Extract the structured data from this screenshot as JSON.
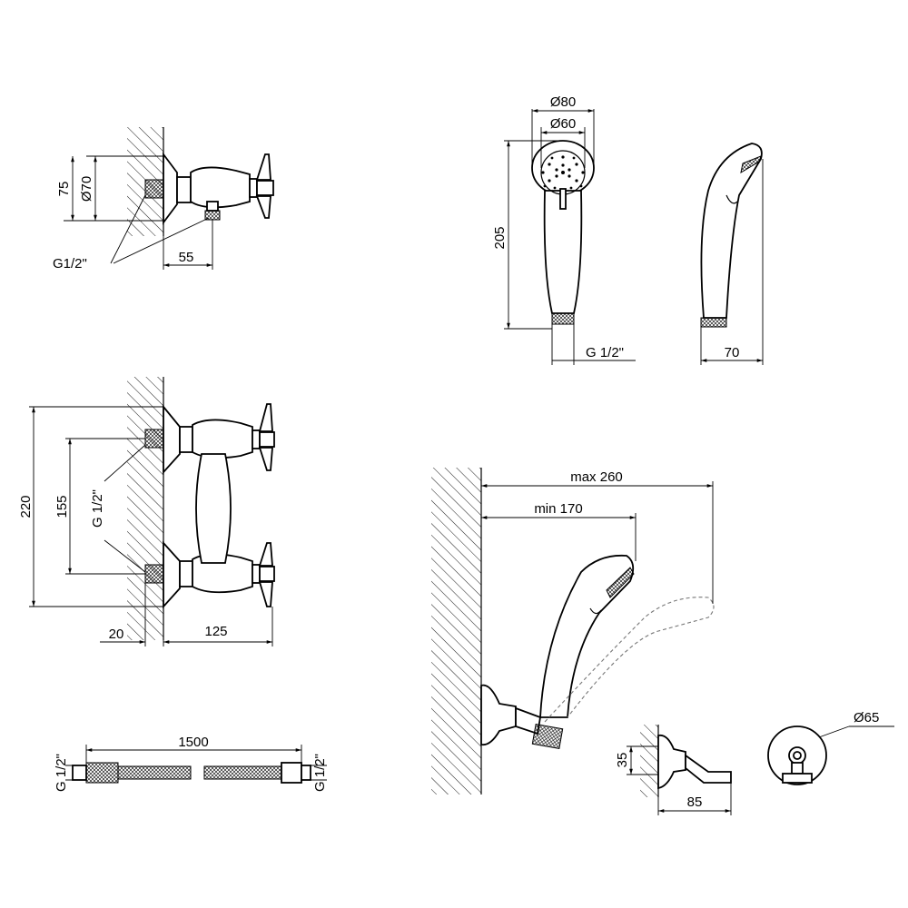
{
  "mixer_top": {
    "dim_height": "75",
    "dim_diameter": "Ø70",
    "dim_offset": "55",
    "thread": "G1/2\""
  },
  "hand_shower": {
    "dim_outer": "Ø80",
    "dim_inner": "Ø60",
    "dim_length": "205",
    "thread": "G 1/2\"",
    "dim_depth": "70"
  },
  "mixer_side": {
    "dim_total": "220",
    "dim_centers": "155",
    "thread": "G 1/2\"",
    "dim_wall": "20",
    "dim_projection": "125"
  },
  "holder": {
    "dim_max": "max 260",
    "dim_min": "min 170",
    "dim_height": "35",
    "dim_depth": "85",
    "dim_diameter": "Ø65"
  },
  "hose": {
    "dim_length": "1500",
    "thread_left": "G 1/2\"",
    "thread_right": "G 1/2\""
  }
}
